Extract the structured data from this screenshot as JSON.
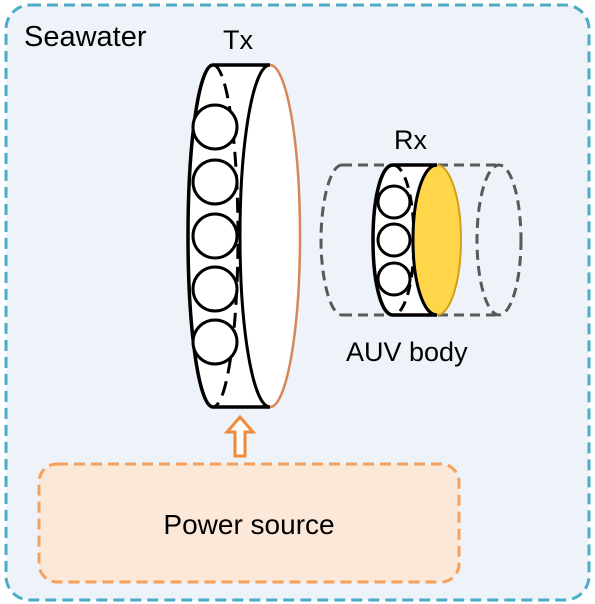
{
  "labels": {
    "environment": "Seawater",
    "transmitter": "Tx",
    "receiver": "Rx",
    "vehicle": "AUV body",
    "source": "Power source"
  },
  "colors": {
    "container_border": "#4bacc6",
    "container_fill": "#eef2f9",
    "source_border": "#f5a15b",
    "source_fill": "#fce8d8",
    "arrow": "#ef8a3a",
    "tx_face_rim": "#d4875a",
    "rx_face_fill": "#ffd54a",
    "auv_dashed": "#595959"
  },
  "icons": {
    "arrow": "up-arrow-icon"
  }
}
